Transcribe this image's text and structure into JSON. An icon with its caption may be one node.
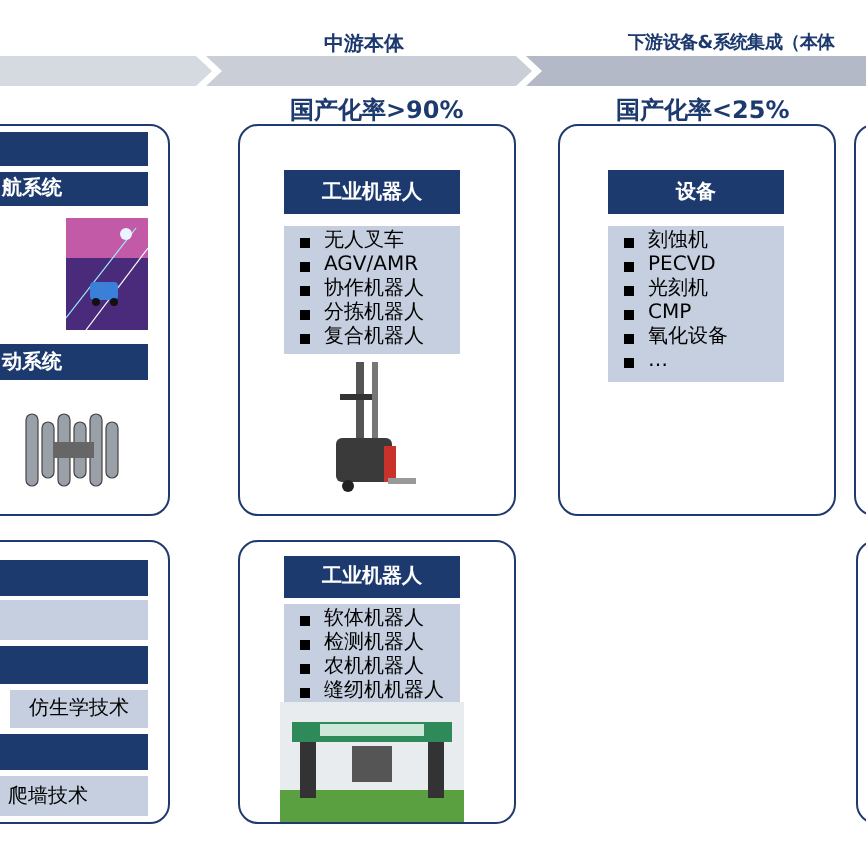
{
  "diagram": {
    "nodes": [
      {
        "text": [],
        "shape": "box"
      },
      {
        "text": [],
        "shape": "bar",
        "in": 0
      },
      {
        "text": [
          "航系统"
        ],
        "in": 0
      },
      {
        "text": [],
        "shape": "picture",
        "in": 0
      },
      {
        "text": [
          "动系统"
        ],
        "in": 0
      },
      {
        "text": [],
        "shape": "picture",
        "in": 0
      },
      {
        "text": [],
        "shape": "box"
      },
      {
        "text": [
          "工业机器人"
        ],
        "in": 6
      },
      {
        "text": [
          "无人叉车",
          "AGV/AMR",
          "协作机器人",
          "分拣机器人",
          "复合机器人"
        ],
        "in": 6
      },
      {
        "text": [],
        "shape": "picture",
        "in": 6
      },
      {
        "text": [],
        "shape": "box"
      },
      {
        "text": [
          "设备"
        ],
        "in": 10
      },
      {
        "text": [
          "刻蚀机",
          "PECVD",
          "光刻机",
          "CMP",
          "氧化设备",
          "…"
        ],
        "in": 10
      },
      {
        "text": [],
        "shape": "box"
      },
      {
        "text": [],
        "shape": "box"
      },
      {
        "text": [],
        "shape": "bar",
        "in": 14
      },
      {
        "text": [],
        "shape": "bar",
        "in": 14
      },
      {
        "text": [],
        "shape": "bar",
        "in": 14
      },
      {
        "text": [
          "仿生学技术"
        ],
        "in": 14
      },
      {
        "text": [],
        "shape": "bar",
        "in": 14
      },
      {
        "text": [
          "爬墙技术"
        ],
        "in": 14
      },
      {
        "text": [],
        "shape": "box"
      },
      {
        "text": [
          "工业机器人"
        ],
        "in": 21
      },
      {
        "text": [
          "软体机器人",
          "检测机器人",
          "农机机器人",
          "缝纫机机器人"
        ],
        "in": 21
      },
      {
        "text": [],
        "shape": "picture",
        "in": 21
      },
      {
        "text": [],
        "shape": "box"
      }
    ],
    "labels": [
      "中游本体",
      "下游设备&系统集成（本体",
      "国产化率>90%",
      "国产化率<25%"
    ]
  }
}
